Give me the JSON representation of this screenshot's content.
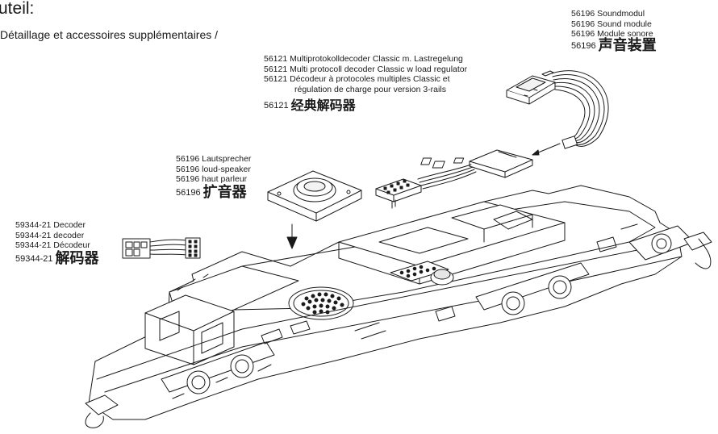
{
  "header": {
    "title": "uteil:",
    "subtitle": "Détaillage et accessoires supplémentaires /"
  },
  "sound_module": {
    "lines": [
      "56196 Soundmodul",
      "56196 Sound module",
      "56196 Module sonore"
    ],
    "cn_number": "56196",
    "cn_label": "声音装置"
  },
  "decoder_classic": {
    "lines": [
      "56121 Multiprotokolldecoder Classic m. Lastregelung",
      "56121 Multi protocoll decoder Classic w load regulator",
      "56121 Décodeur à protocoles multiples Classic et",
      "régulation de charge pour version 3-rails"
    ],
    "cn_number": "56121",
    "cn_label": "经典解码器"
  },
  "loudspeaker": {
    "lines": [
      "56196 Lautsprecher",
      "56196 loud-speaker",
      "56196 haut parleur"
    ],
    "cn_number": "56196",
    "cn_label": "扩音器"
  },
  "decoder": {
    "lines": [
      "59344-21 Decoder",
      "59344-21 decoder",
      "59344-21 Décodeur"
    ],
    "cn_number": "59344-21",
    "cn_label": "解码器"
  }
}
